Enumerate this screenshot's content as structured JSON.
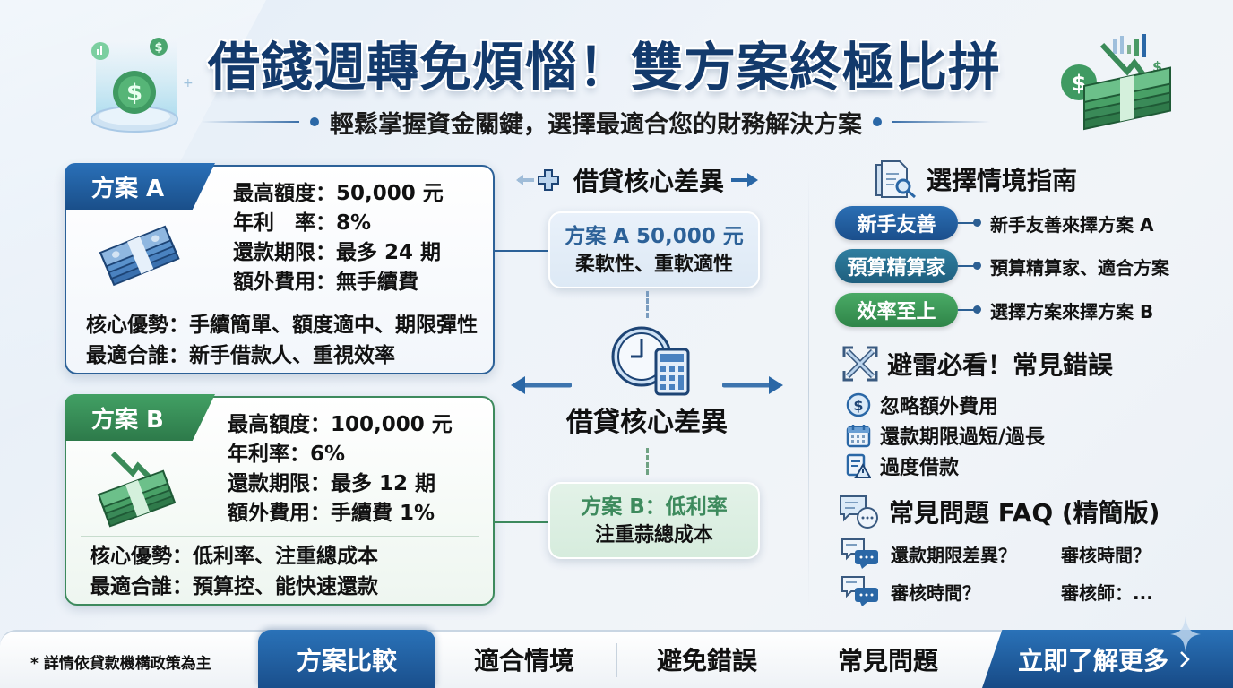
{
  "header": {
    "title": "借錢週轉免煩惱！雙方案終極比拼",
    "subtitle": "輕鬆掌握資金關鍵，選擇最適合您的財務解決方案"
  },
  "plans": {
    "a": {
      "tab": "方案 A",
      "specs": [
        "最高額度：50,000 元",
        "年利　率：8%",
        "還款期限：最多 24 期",
        "額外費用：無手續費"
      ],
      "advantage": "核心優勢：手續簡單、額度適中、期限彈性",
      "best_for": "最適合誰：新手借款人、重視效率",
      "color": "#2c6198"
    },
    "b": {
      "tab": "方案 B",
      "specs": [
        "最高額度：100,000 元",
        "年利率：6%",
        "還款期限：最多 12 期",
        "額外費用：手續費 1%"
      ],
      "advantage": "核心優勢：低利率、注重總成本",
      "best_for": "最適合誰：預算控、能快速還款",
      "color": "#3d8a5d"
    }
  },
  "center": {
    "heading": "借貸核心差異",
    "bubble_a": {
      "line1": "方案 A 50,000 元",
      "line2": "柔軟性、重軟適性"
    },
    "bubble_b": {
      "line1": "方案 B：低利率",
      "line2": "注重蒜總成本"
    },
    "title": "借貸核心差異"
  },
  "guide": {
    "heading": "選擇情境指南",
    "rows": [
      {
        "pill": "新手友善",
        "text": "新手友善來擇方案 A"
      },
      {
        "pill": "預算精算家",
        "text": "預算精算家、適合方案"
      },
      {
        "pill": "效率至上",
        "text": "選擇方案來擇方案 B"
      }
    ]
  },
  "mistakes": {
    "heading": "避雷必看！常見錯誤",
    "items": [
      "忽略額外費用",
      "還款期限過短/過長",
      "過度借款"
    ]
  },
  "faq": {
    "heading": "常見問題 FAQ (精簡版)",
    "rows": [
      {
        "q1": "還款期限差異？",
        "q2": "審核時間？"
      },
      {
        "q1": "審核時間？",
        "q2": "審核師：..."
      }
    ]
  },
  "bottom_nav": {
    "disclaimer": "* 詳情依貸款機構政策為主",
    "tabs": [
      "方案比較",
      "適合情境",
      "避免錯誤",
      "常見問題"
    ],
    "active_tab": "方案比較",
    "cta": "立即了解更多",
    "cta_icon": "chevron-right-icon"
  },
  "colors": {
    "primary_blue": "#1b4f8c",
    "primary_green": "#3d8a5d",
    "title_navy": "#133a6c",
    "background": "#eef3f9"
  }
}
